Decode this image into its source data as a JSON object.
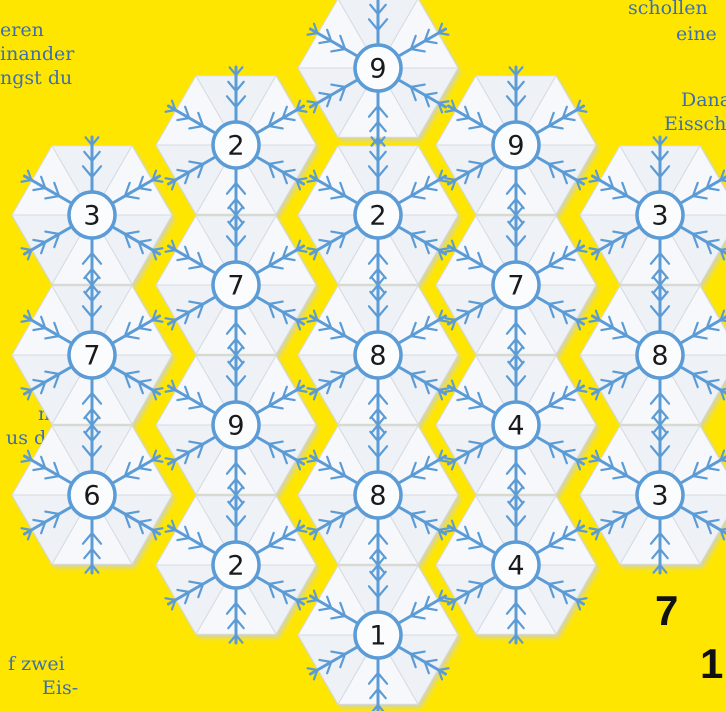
{
  "text_fragments": [
    {
      "name": "fragment-top-left-1",
      "text": "eren"
    },
    {
      "name": "fragment-top-left-2",
      "text": "inander"
    },
    {
      "name": "fragment-top-left-3",
      "text": "ngst du"
    },
    {
      "name": "fragment-top-right-1",
      "text": "schollen"
    },
    {
      "name": "fragment-top-right-2",
      "text": "eine"
    },
    {
      "name": "fragment-top-right-3",
      "text": "Dana"
    },
    {
      "name": "fragment-top-right-4",
      "text": "Eissch"
    },
    {
      "name": "fragment-left-mid-1",
      "text": "mit"
    },
    {
      "name": "fragment-left-mid-2",
      "text": "us der"
    },
    {
      "name": "fragment-bottom-left-1",
      "text": "f zwei"
    },
    {
      "name": "fragment-bottom-left-2",
      "text": "Eis-"
    }
  ],
  "page_numbers": [
    "7",
    "1"
  ],
  "puzzle": {
    "cells": [
      {
        "value": "9"
      },
      {
        "value": "2"
      },
      {
        "value": "9"
      },
      {
        "value": "3"
      },
      {
        "value": "2"
      },
      {
        "value": "3"
      },
      {
        "value": "7"
      },
      {
        "value": "7"
      },
      {
        "value": "7"
      },
      {
        "value": "8"
      },
      {
        "value": "8"
      },
      {
        "value": "9"
      },
      {
        "value": "4"
      },
      {
        "value": "6"
      },
      {
        "value": "8"
      },
      {
        "value": "3"
      },
      {
        "value": "2"
      },
      {
        "value": "4"
      },
      {
        "value": "1"
      }
    ]
  },
  "colors": {
    "background": "#ffe600",
    "ice": "#eef1f6",
    "frost": "#5b9bd6",
    "text": "#3b6fb0"
  }
}
